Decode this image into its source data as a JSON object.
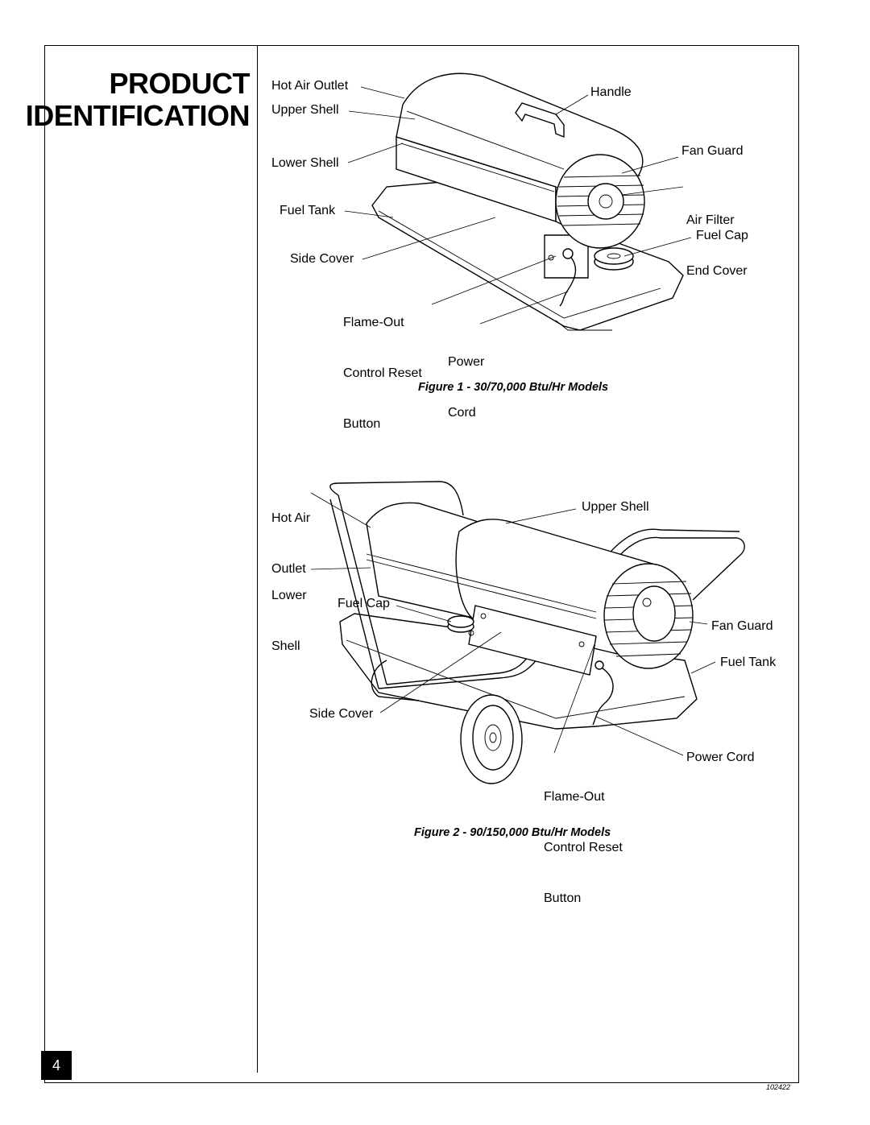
{
  "page": {
    "title_line1": "PRODUCT",
    "title_line2": "IDENTIFICATION",
    "page_number": "4",
    "doc_number": "102422"
  },
  "figure1": {
    "caption": "Figure 1 - 30/70,000 Btu/Hr Models",
    "labels": {
      "hot_air_outlet": "Hot Air Outlet",
      "upper_shell": "Upper Shell",
      "lower_shell": "Lower Shell",
      "fuel_tank": "Fuel Tank",
      "side_cover": "Side Cover",
      "flame_out": [
        "Flame-Out",
        "Control Reset",
        "Button"
      ],
      "power_cord": [
        "Power",
        "Cord"
      ],
      "handle": "Handle",
      "fan_guard": "Fan Guard",
      "air_filter": [
        "Air Filter",
        "End Cover"
      ],
      "fuel_cap": "Fuel Cap"
    }
  },
  "figure2": {
    "caption": "Figure 2 - 90/150,000 Btu/Hr Models",
    "labels": {
      "hot_air_outlet": [
        "Hot Air",
        "Outlet"
      ],
      "lower_shell": [
        "Lower",
        "Shell"
      ],
      "fuel_cap": "Fuel Cap",
      "side_cover": "Side Cover",
      "flame_out": [
        "Flame-Out",
        "Control Reset",
        "Button"
      ],
      "upper_shell": "Upper Shell",
      "fan_guard": "Fan Guard",
      "fuel_tank": "Fuel Tank",
      "power_cord": "Power Cord"
    }
  }
}
